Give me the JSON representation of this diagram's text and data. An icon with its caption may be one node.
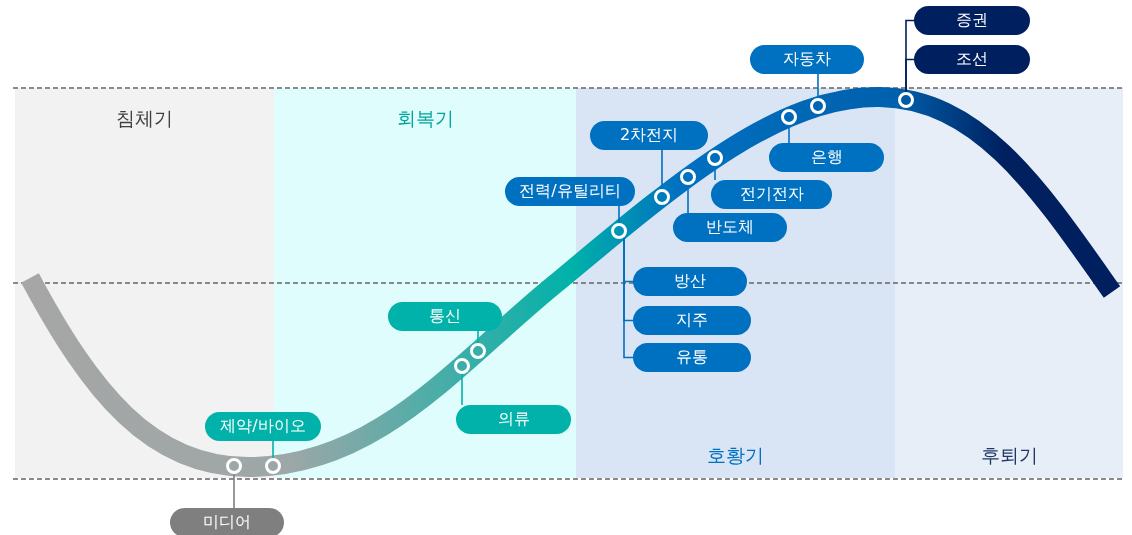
{
  "diagram": {
    "nodes": [
      {
        "text": [
          "침체기"
        ]
      },
      {
        "text": [
          "회복기"
        ]
      },
      {
        "text": [
          "호황기"
        ]
      },
      {
        "text": [
          "후퇴기"
        ]
      },
      {
        "text": [
          "미디어"
        ]
      },
      {
        "text": [],
        "shape": "circle",
        "in": 0
      },
      {
        "text": [
          "제약/바이오"
        ]
      },
      {
        "text": [],
        "shape": "circle"
      },
      {
        "text": [
          "통신"
        ],
        "in": 1
      },
      {
        "text": [
          "의류"
        ],
        "in": 1
      },
      {
        "text": [],
        "shape": "circle",
        "in": 1
      },
      {
        "text": [],
        "shape": "circle",
        "in": 1
      },
      {
        "text": [
          "전력/유틸리티"
        ]
      },
      {
        "text": [],
        "shape": "circle",
        "in": 2
      },
      {
        "text": [
          "방산"
        ],
        "in": 2
      },
      {
        "text": [
          "지주"
        ],
        "in": 2
      },
      {
        "text": [
          "유통"
        ],
        "in": 2
      },
      {
        "text": [
          "2차전지"
        ],
        "in": 2
      },
      {
        "text": [],
        "shape": "circle",
        "in": 2
      },
      {
        "text": [
          "반도체"
        ],
        "in": 2
      },
      {
        "text": [],
        "shape": "circle",
        "in": 2
      },
      {
        "text": [
          "전기전자"
        ],
        "in": 2
      },
      {
        "text": [],
        "shape": "circle",
        "in": 2
      },
      {
        "text": [
          "은행"
        ],
        "in": 2
      },
      {
        "text": [],
        "shape": "circle",
        "in": 2
      },
      {
        "text": [
          "자동차"
        ]
      },
      {
        "text": [],
        "shape": "circle",
        "in": 2
      },
      {
        "text": [
          "증권"
        ]
      },
      {
        "text": [
          "조선"
        ]
      },
      {
        "text": [],
        "shape": "circle",
        "in": 3
      }
    ],
    "edges": [
      {
        "from": 4,
        "to": 5,
        "arrow": "none",
        "color": "#7f7f7f"
      },
      {
        "from": 6,
        "to": 7,
        "arrow": "none",
        "color": "#00b2a9"
      },
      {
        "from": 8,
        "to": 11,
        "arrow": "none",
        "color": "#00b2a9"
      },
      {
        "from": 9,
        "to": 10,
        "arrow": "none",
        "color": "#00b2a9"
      },
      {
        "from": 12,
        "to": 13,
        "arrow": "none"
      },
      {
        "from": 14,
        "to": 13,
        "arrow": "none"
      },
      {
        "from": 15,
        "to": 13,
        "arrow": "none"
      },
      {
        "from": 16,
        "to": 13,
        "arrow": "none"
      },
      {
        "from": 17,
        "to": 18,
        "arrow": "none"
      },
      {
        "from": 19,
        "to": 20,
        "arrow": "none"
      },
      {
        "from": 21,
        "to": 22,
        "arrow": "none"
      },
      {
        "from": 23,
        "to": 24,
        "arrow": "none"
      },
      {
        "from": 25,
        "to": 26,
        "arrow": "none"
      },
      {
        "from": 27,
        "to": 29,
        "arrow": "none",
        "color": "#001f5f"
      },
      {
        "from": 28,
        "to": 29,
        "arrow": "none",
        "color": "#001f5f"
      }
    ]
  }
}
